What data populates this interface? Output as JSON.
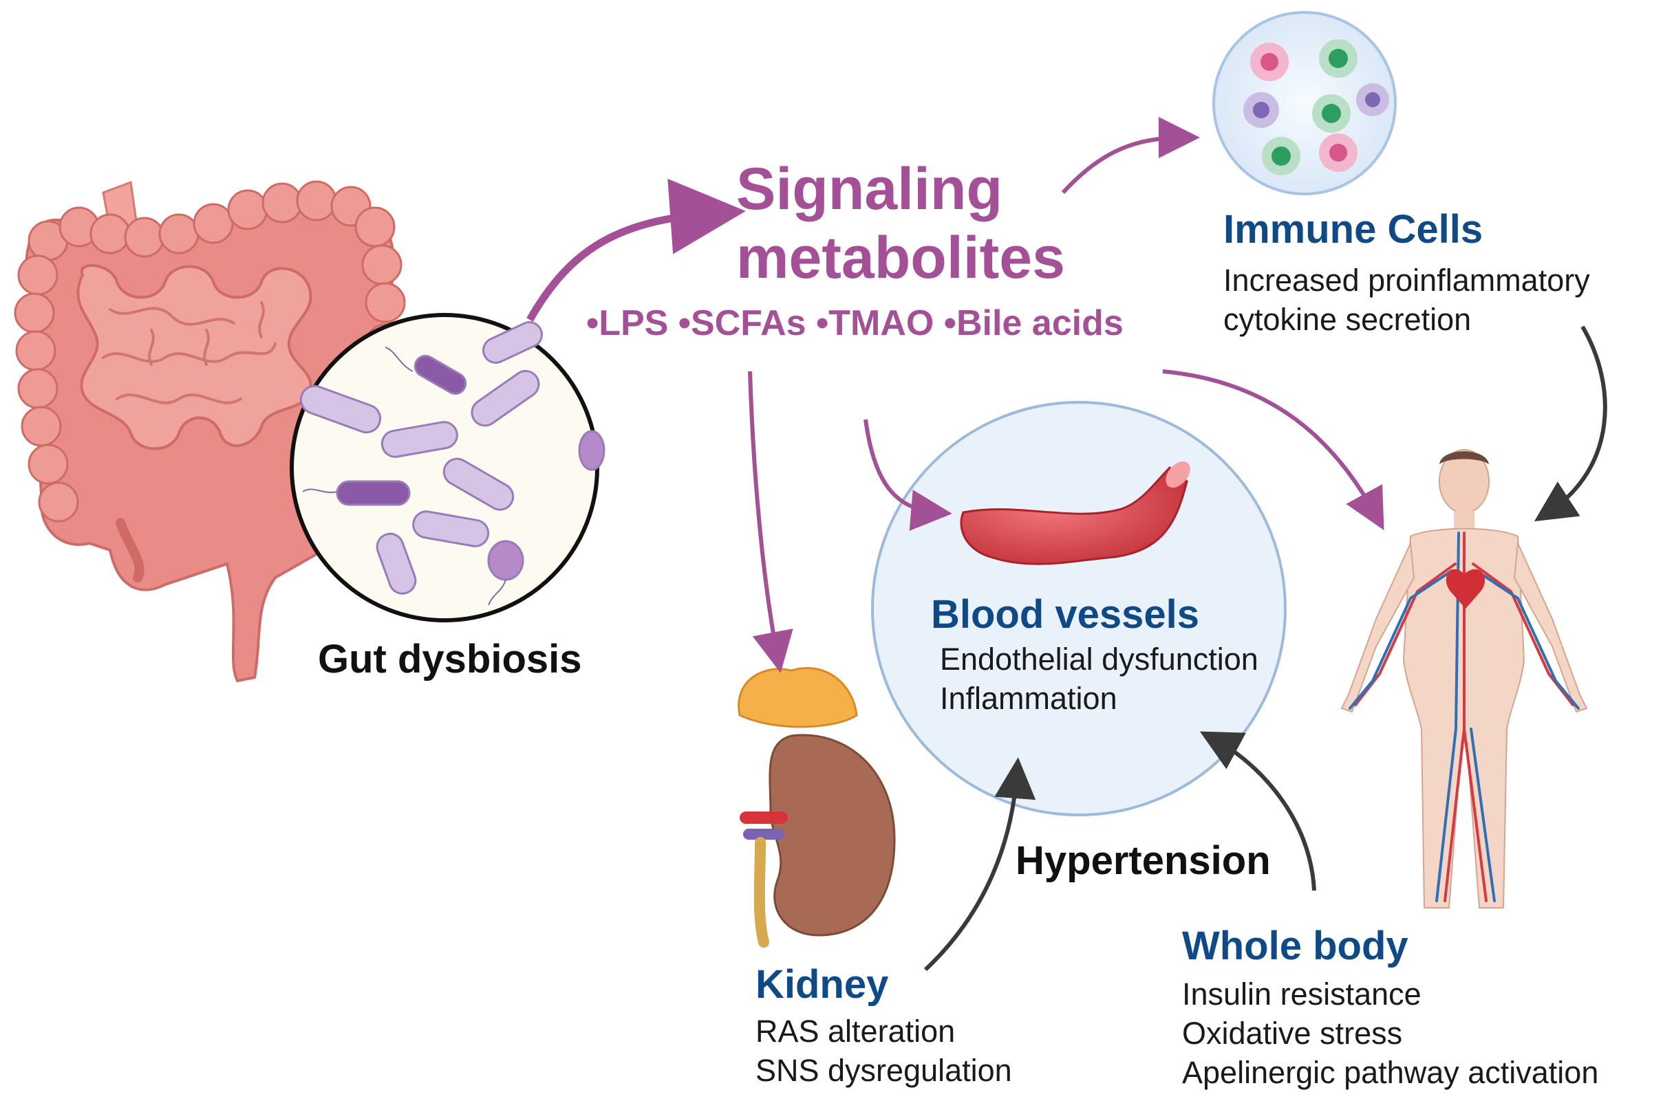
{
  "gut": {
    "label": "Gut dysbiosis"
  },
  "signaling": {
    "title_line1": "Signaling",
    "title_line2": "metabolites",
    "metabolites": "•LPS •SCFAs •TMAO •Bile acids"
  },
  "immune": {
    "title": "Immune Cells",
    "line1": "Increased proinflammatory",
    "line2": "cytokine secretion"
  },
  "vessels": {
    "title": "Blood vessels",
    "line1": "Endothelial dysfunction",
    "line2": "Inflammation"
  },
  "kidney": {
    "title": "Kidney",
    "line1": "RAS alteration",
    "line2": "SNS dysregulation"
  },
  "body": {
    "title": "Whole body",
    "line1": "Insulin resistance",
    "line2": "Oxidative stress",
    "line3": "Apelinergic pathway activation"
  },
  "center": {
    "label": "Hypertension"
  },
  "colors": {
    "purple_arrow": "#a45096",
    "dark_arrow": "#3a3a3a",
    "title_blue": "#0f4a86",
    "intestine": "#e98b86",
    "vessel_red": "#d9434a",
    "circle_fill": "#e9f1fb"
  }
}
